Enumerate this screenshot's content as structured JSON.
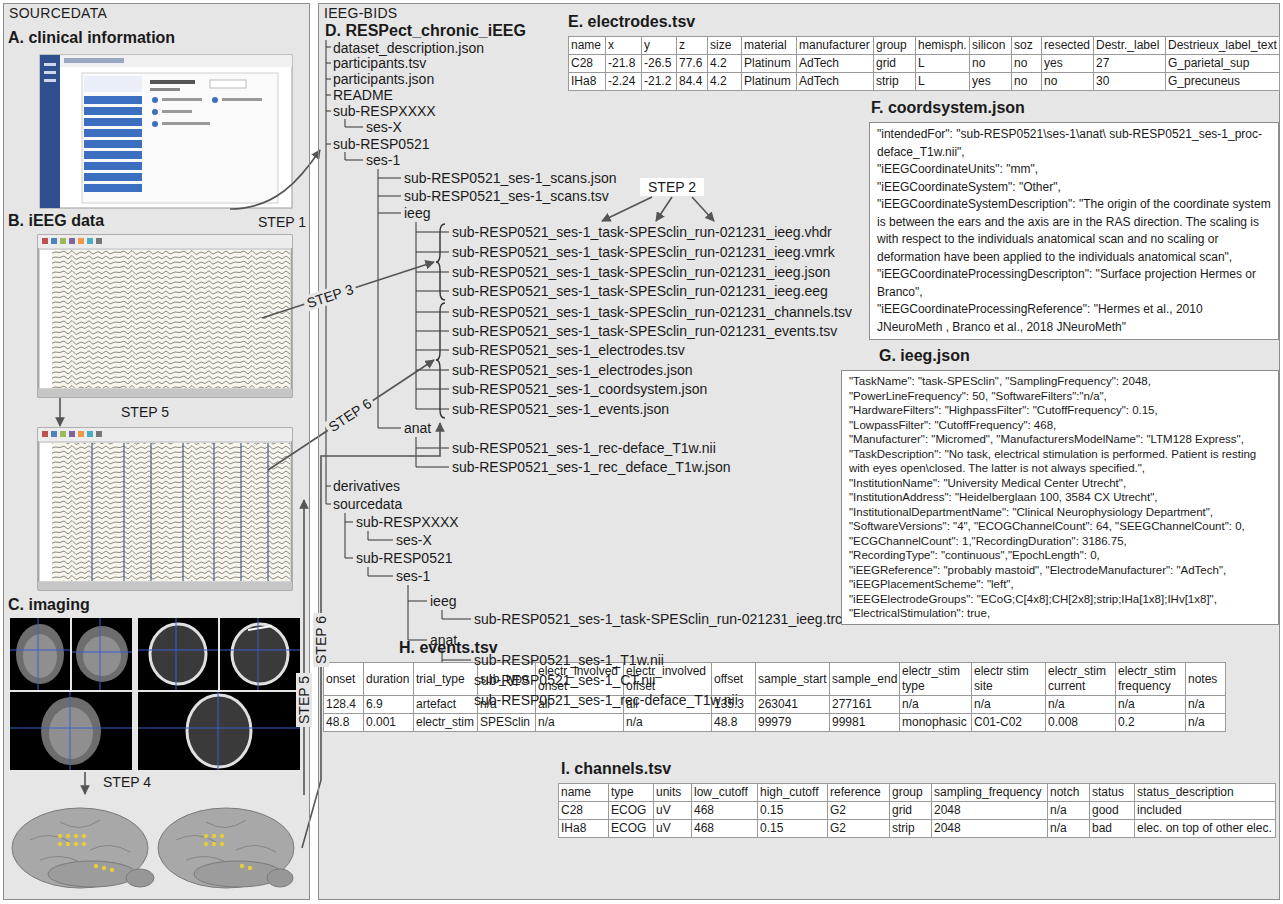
{
  "diagram": {
    "nodes": [
      {
        "text": [
          "SOURCEDATA"
        ]
      },
      {
        "text": [
          "IEEG-BIDS"
        ]
      },
      {
        "text": [
          "E. electrodes.tsv"
        ],
        "in": 1
      },
      {
        "text": [
          "F. coordsystem.json",
          "\"intendedFor\": \"sub-RESP0521\\ses-1\\anat\\ sub-RESP0521_ses-1_proc-deface_T1w.nii\",",
          "\"iEEGCoordinateUnits\": \"mm\",",
          "\"iEEGCoordinateSystem\": \"Other\",",
          "\"iEEGCoordinateSystemDescription\": \"The origin of the coordinate system is between the ears and the axis are in the RAS direction. The scaling is with respect to the individuals anatomical scan and no scaling or deformation have been applied to the individuals anatomical scan\",",
          "\"iEEGCoordinateProcessingDescripton\": \"Surface projection Hermes or Branco\",",
          "\"iEEGCoordinateProcessingReference\": \"Hermes et al., 2010 JNeuroMeth , Branco et al., 2018 JNeuroMeth\""
        ],
        "in": 1
      },
      {
        "text": [
          "G. ieeg.json",
          "\"TaskName\": \"task-SPESclin\", \"SamplingFrequency\": 2048,",
          "\"PowerLineFrequency\": 50, \"SoftwareFilters\":\"n/a\",",
          "\"HardwareFilters\": \"HighpassFilter\": \"CutoffFrequency\": 0.15,",
          "\"LowpassFilter\": \"CutoffFrequency\": 468,",
          "\"Manufacturer\": \"Micromed\", \"ManufacturersModelName\": \"LTM128 Express\",",
          "\"TaskDescription\": \"No task, electrical stimulation is performed. Patient is resting with eyes open\\closed. The latter is not always specified.\",",
          "\"InstitutionName\": \"University Medical Center Utrecht\",",
          "\"InstitutionAddress\": \"Heidelberglaan 100, 3584 CX Utrecht\",",
          "\"InstitutionalDepartmentName\": \"Clinical Neurophysiology Department\",",
          "\"SoftwareVersions\": \"4\", \"ECOGChannelCount\": 64, \"SEEGChannelCount\": 0,",
          "\"ECGChannelCount\": 1,\"RecordingDuration\": 3186.75,",
          "\"RecordingType\": \"continuous\",\"EpochLength\": 0,",
          "\"iEEGReference\": \"probably mastoid\", \"ElectrodeManufacturer\": \"AdTech\",",
          "\"iEEGPlacementScheme\": \"left\",",
          "\"iEEGElectrodeGroups\": \"ECoG;C[4x8];CH[2x8];strip;IHa[1x8];IHv[1x8]\",",
          "\"ElectricalStimulation\": true,"
        ],
        "in": 1
      },
      {
        "text": [
          "H. events.tsv"
        ],
        "in": 1
      },
      {
        "text": [
          "I. channels.tsv"
        ],
        "in": 1
      }
    ],
    "labels": [
      "A. clinical information",
      "STEP 1",
      "B. iEEG data",
      "STEP 3",
      "STEP 5",
      "STEP 5",
      "STEP 6",
      "C. imaging",
      "STEP 4",
      "STEP 6",
      "D. RESPect_chronic_iEEG",
      "STEP 2",
      "dataset_description.json",
      "participants.tsv",
      "participants.json",
      "README",
      "sub-RESPXXXX",
      "ses-X",
      "sub-RESP0521",
      "ses-1",
      "sub-RESP0521_ses-1_scans.json",
      "sub-RESP0521_ses-1_scans.tsv",
      "ieeg",
      "sub-RESP0521_ses-1_task-SPESclin_run-021231_ieeg.vhdr",
      "sub-RESP0521_ses-1_task-SPESclin_run-021231_ieeg.vmrk",
      "sub-RESP0521_ses-1_task-SPESclin_run-021231_ieeg.json",
      "sub-RESP0521_ses-1_task-SPESclin_run-021231_ieeg.eeg",
      "sub-RESP0521_ses-1_task-SPESclin_run-021231_channels.tsv",
      "sub-RESP0521_ses-1_task-SPESclin_run-021231_events.tsv",
      "sub-RESP0521_ses-1_electrodes.tsv",
      "sub-RESP0521_ses-1_electrodes.json",
      "sub-RESP0521_ses-1_coordsystem.json",
      "sub-RESP0521_ses-1_events.json",
      "anat",
      "sub-RESP0521_ses-1_rec-deface_T1w.nii",
      "sub-RESP0521_ses-1_rec_deface_T1w.json",
      "derivatives",
      "sourcedata",
      "sub-RESPXXXX",
      "ses-X",
      "sub-RESP0521",
      "ses-1",
      "ieeg",
      "sub-RESP0521_ses-1_task-SPESclin_run-021231_ieeg.trc",
      "anat",
      "sub-RESP0521_ses-1_T1w.nii",
      "sub-RESP0521_ses-1_CT.nii",
      "sub-RESP0521_ses-1_rec-deface_T1w.nii",
      "name",
      "x",
      "y",
      "z",
      "size",
      "material",
      "manufacturer",
      "group",
      "hemisph.",
      "silicon",
      "soz",
      "resected",
      "Destr._label",
      "Destrieux_label_text",
      "C28",
      "-21.8",
      "-26.5",
      "77.6",
      "4.2",
      "Platinum",
      "AdTech",
      "grid",
      "L",
      "no",
      "no",
      "yes",
      "27",
      "G_parietal_sup",
      "IHa8",
      "-2.24",
      "-21.2",
      "84.4",
      "4.2",
      "Platinum",
      "AdTech",
      "strip",
      "L",
      "yes",
      "no",
      "no",
      "30",
      "G_precuneus",
      "onset",
      "duration",
      "trial_type",
      "sub_type",
      "electr_involved onset",
      "electr_involved offset",
      "offset",
      "sample_start",
      "sample_end",
      "electr_stim type",
      "electr stim site",
      "electr_stim current",
      "electr_stim frequency",
      "notes",
      "128.4",
      "6.9",
      "artefact",
      "n/a",
      "all",
      "all",
      "135.3",
      "263041",
      "277161",
      "n/a",
      "n/a",
      "n/a",
      "n/a",
      "n/a",
      "48.8",
      "0.001",
      "electr_stim",
      "SPESclin",
      "n/a",
      "n/a",
      "48.8",
      "99979",
      "99981",
      "monophasic",
      "C01-C02",
      "0.008",
      "0.2",
      "n/a",
      "name",
      "type",
      "units",
      "low_cutoff",
      "high_cutoff",
      "reference",
      "group",
      "sampling_frequency",
      "notch",
      "status",
      "status_description",
      "C28",
      "ECOG",
      "uV",
      "468",
      "0.15",
      "G2",
      "grid",
      "2048",
      "n/a",
      "good",
      "included",
      "IHa8",
      "ECOG",
      "uV",
      "468",
      "0.15",
      "G2",
      "strip",
      "2048",
      "n/a",
      "bad",
      "elec. on top of other elec."
    ]
  }
}
